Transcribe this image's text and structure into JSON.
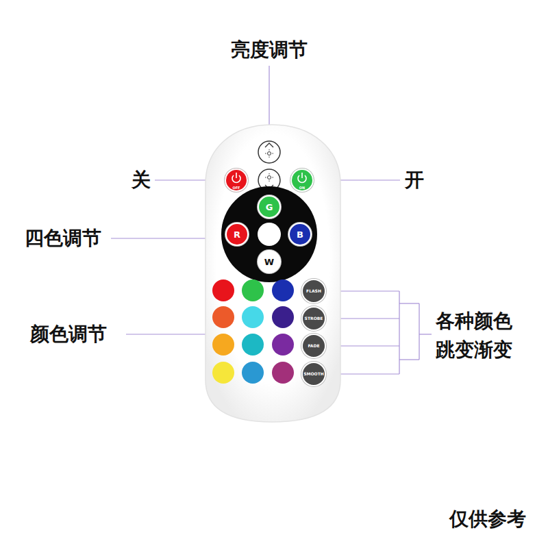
{
  "diagram": {
    "nodes": [
      {
        "text": [
          "OFF"
        ]
      },
      {
        "text": [
          "ON"
        ]
      },
      {
        "text": [
          "G"
        ]
      },
      {
        "text": [
          "R"
        ]
      },
      {
        "text": [
          "B"
        ]
      },
      {
        "text": [
          "W"
        ]
      },
      {
        "text": [
          "FLASH"
        ]
      },
      {
        "text": [
          "STROBE"
        ]
      },
      {
        "text": [
          "FADE"
        ]
      },
      {
        "text": [
          "SMOOTH"
        ]
      }
    ],
    "labels": [
      "亮度调节",
      "关",
      "开",
      "四色调节",
      "颜色调节",
      "各种颜色 跳变渐变",
      "仅供参考"
    ]
  }
}
